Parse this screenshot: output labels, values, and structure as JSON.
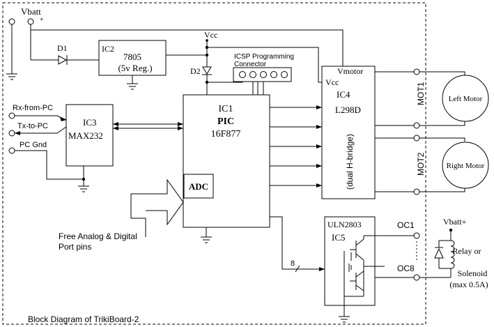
{
  "diagram": {
    "caption": "Block Diagram of TrikiBoard-2",
    "power": {
      "vbatt": "Vbatt",
      "plus": "+",
      "vcc": "Vcc"
    },
    "diodes": {
      "d1": "D1",
      "d2": "D2"
    },
    "ic2": {
      "name": "IC2",
      "part": "7805",
      "desc": "(5v Reg.)"
    },
    "icsp": {
      "line1": "ICSP Programming",
      "line2": "Connector"
    },
    "ic1": {
      "name": "IC1",
      "line2": "PIC",
      "line3": "16F877",
      "adc": "ADC"
    },
    "ic3": {
      "name": "IC3",
      "part": "MAX232"
    },
    "serial": {
      "rx": "Rx-from-PC",
      "tx": "Tx-to-PC",
      "gnd": "PC Gnd"
    },
    "ic4": {
      "vmotor": "Vmotor",
      "vcc": "Vcc",
      "name": "IC4",
      "part": "L298D",
      "desc": "(dual H-bridge)"
    },
    "motors": {
      "mot1": "MOT1",
      "mot2": "MOT2",
      "left": "Left Motor",
      "right": "Right Motor"
    },
    "ic5": {
      "part": "ULN2803",
      "name": "IC5"
    },
    "outputs": {
      "oc1": "OC1",
      "oc8": "OC8",
      "bus_width": "8"
    },
    "analog": {
      "line1": "Free Analog & Digital",
      "line2": "Port pins"
    },
    "relay": {
      "vbatt": "Vbatt+",
      "line1": "Relay or",
      "line2": "Solenoid",
      "line3": "(max 0.5A)"
    }
  }
}
